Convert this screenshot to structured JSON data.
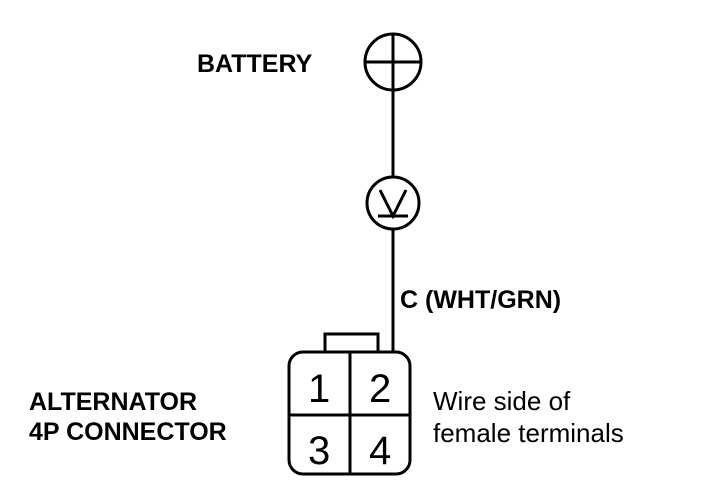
{
  "battery": {
    "label": "BATTERY",
    "symbol": "plus-terminal-icon"
  },
  "meter": {
    "symbol": "voltmeter-icon"
  },
  "wire": {
    "label": "C (WHT/GRN)"
  },
  "connector": {
    "label_line1": "ALTERNATOR",
    "label_line2": "4P CONNECTOR",
    "pins": [
      "1",
      "2",
      "3",
      "4"
    ],
    "note_line1": "Wire side of",
    "note_line2": "female terminals"
  },
  "colors": {
    "line": "#000000",
    "background": "#ffffff"
  }
}
